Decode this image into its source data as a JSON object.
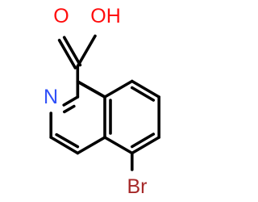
{
  "colors": {
    "background": "#ffffff",
    "bond": "#000000",
    "oxygen": "#ff0d0d",
    "nitrogen": "#3050f8",
    "bromine": "#a62929"
  },
  "atoms": {
    "carbonyl_oxygen": {
      "label": "O"
    },
    "hydroxyl": {
      "label": "OH"
    },
    "ring_nitrogen": {
      "label": "N"
    },
    "bromine": {
      "label": "Br"
    }
  }
}
